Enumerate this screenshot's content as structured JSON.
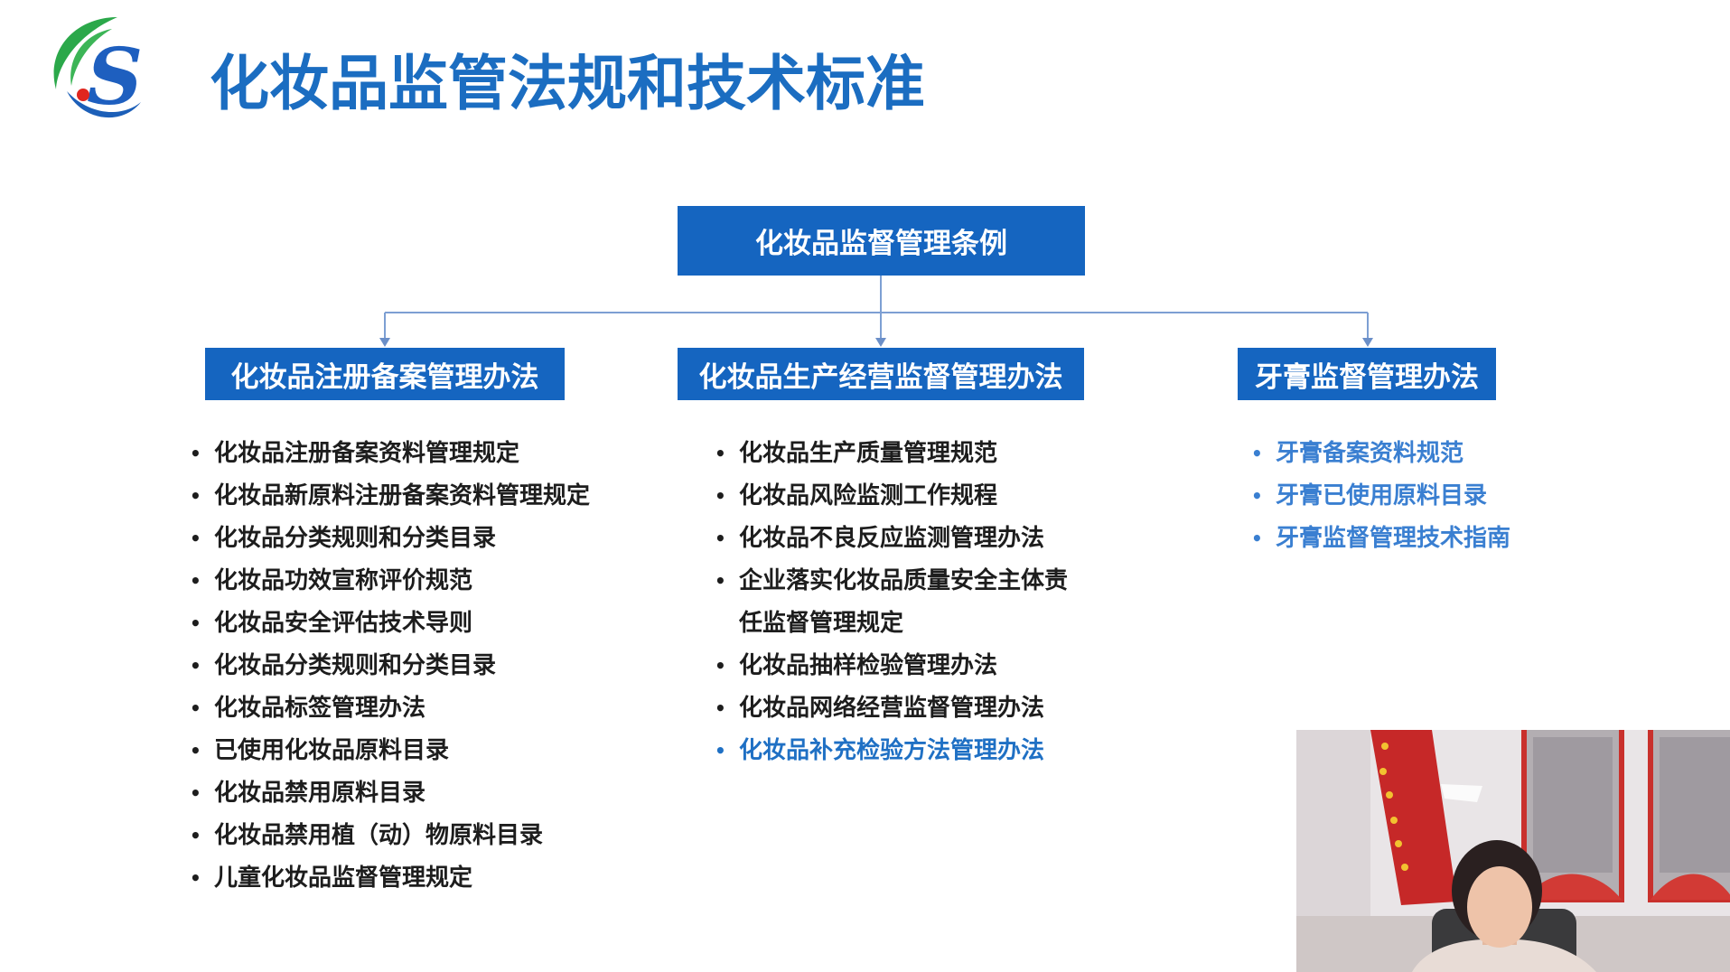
{
  "logo": {
    "letter": "S",
    "icon": "swoosh-s-logo-icon",
    "colors": {
      "green": "#2ba84a",
      "blue": "#1c5fb8",
      "red": "#e0261e"
    }
  },
  "title": "化妆品监管法规和技术标准",
  "colors": {
    "title": "#1b6dc1",
    "box": "#1565c0",
    "box_text": "#ffffff",
    "item_text": "#1d1d1d",
    "item_highlight": "#1f70c4",
    "toothpaste_items": "#3a7fd1",
    "connector": "#7d9fd3"
  },
  "org_chart": {
    "root": "化妆品监督管理条例",
    "branches": [
      {
        "label": "化妆品注册备案管理办法",
        "items": [
          {
            "text": "化妆品注册备案资料管理规定"
          },
          {
            "text": "化妆品新原料注册备案资料管理规定"
          },
          {
            "text": "化妆品分类规则和分类目录"
          },
          {
            "text": "化妆品功效宣称评价规范"
          },
          {
            "text": "化妆品安全评估技术导则"
          },
          {
            "text": "化妆品分类规则和分类目录"
          },
          {
            "text": "化妆品标签管理办法"
          },
          {
            "text": "已使用化妆品原料目录"
          },
          {
            "text": "化妆品禁用原料目录"
          },
          {
            "text": "化妆品禁用植（动）物原料目录"
          },
          {
            "text": "儿童化妆品监督管理规定"
          }
        ]
      },
      {
        "label": "化妆品生产经营监督管理办法",
        "items": [
          {
            "text": "化妆品生产质量管理规范"
          },
          {
            "text": "化妆品风险监测工作规程"
          },
          {
            "text": "化妆品不良反应监测管理办法"
          },
          {
            "text": "企业落实化妆品质量安全主体责任监督管理规定"
          },
          {
            "text": "化妆品抽样检验管理办法"
          },
          {
            "text": "化妆品网络经营监督管理办法"
          },
          {
            "text": "化妆品补充检验方法管理办法",
            "highlight": true
          }
        ]
      },
      {
        "label": "牙膏监督管理办法",
        "items": [
          {
            "text": "牙膏备案资料规范"
          },
          {
            "text": "牙膏已使用原料目录"
          },
          {
            "text": "牙膏监督管理技术指南"
          }
        ]
      }
    ]
  },
  "webcam": {
    "icon": "presenter-webcam-feed"
  }
}
